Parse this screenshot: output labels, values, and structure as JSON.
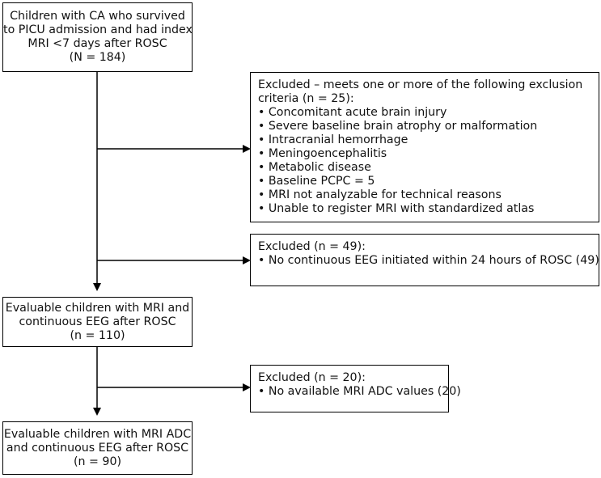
{
  "flowchart": {
    "box_initial": {
      "lines": [
        "Children with CA who survived",
        "to PICU admission and had index",
        "MRI <7 days after ROSC",
        "(N = 184)"
      ]
    },
    "box_exclusion1": {
      "lines": [
        "Excluded – meets one or more of the following exclusion",
        "criteria (n = 25):",
        "• Concomitant acute brain injury",
        "• Severe baseline brain atrophy or malformation",
        "• Intracranial hemorrhage",
        "• Meningoencephalitis",
        "• Metabolic disease",
        "• Baseline PCPC = 5",
        "• MRI not analyzable for technical reasons",
        "• Unable to register MRI with standardized atlas"
      ]
    },
    "box_exclusion2": {
      "lines": [
        "Excluded (n = 49):",
        "• No continuous EEG initiated within 24 hours of ROSC (49)"
      ]
    },
    "box_evaluable_eeg": {
      "lines": [
        "Evaluable children with MRI and",
        "continuous EEG after ROSC",
        "(n = 110)"
      ]
    },
    "box_exclusion3": {
      "lines": [
        "Excluded (n = 20):",
        "• No available MRI ADC values (20)"
      ]
    },
    "box_final": {
      "lines": [
        "Evaluable children with MRI ADC",
        "and continuous EEG after ROSC",
        "(n = 90)"
      ]
    }
  }
}
